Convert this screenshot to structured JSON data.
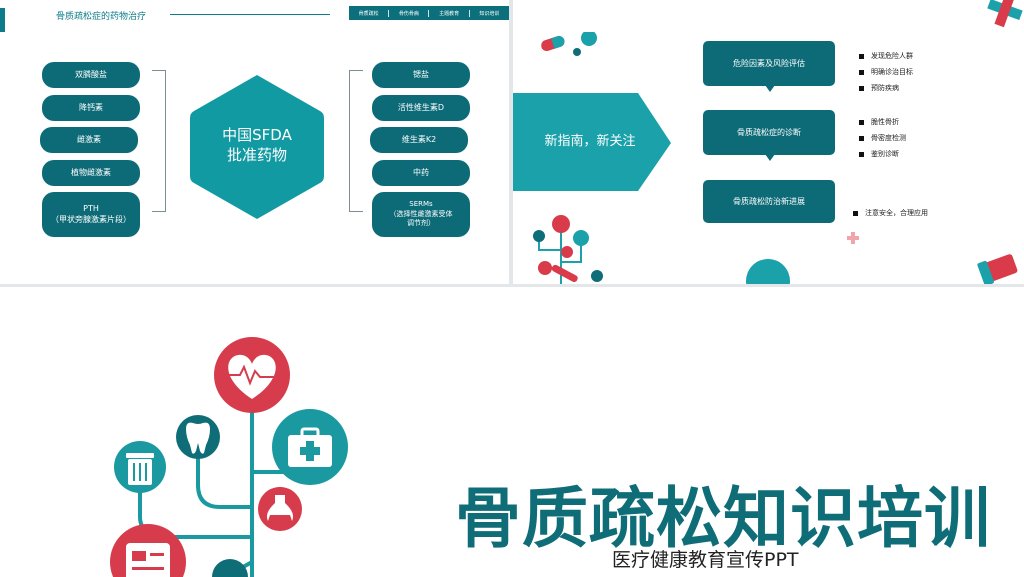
{
  "slide_a": {
    "title": "骨质疏松症的药物治疗",
    "nav": [
      "骨质疏松",
      "骨伤骨病",
      "主题教育",
      "知识培训"
    ],
    "left_items": [
      "双膦酸盐",
      "降钙素",
      "雌激素",
      "植物雌激素",
      "PTH\n（甲状旁腺激素片段）"
    ],
    "center": "中国SFDA\n批准药物",
    "right_items": [
      "锶盐",
      "活性维生素D",
      "维生素K2",
      "中药",
      "SERMs\n（选择性雌激素受体\n调节剂）"
    ],
    "colors": {
      "teal": "#0d6b78",
      "hex": "#129aa3"
    }
  },
  "slide_b": {
    "arrow_label": "新指南，新关注",
    "sections": [
      {
        "label": "危险因素及风险评估",
        "bullets": [
          "发现危险人群",
          "明确诊治目标",
          "预防疾病"
        ]
      },
      {
        "label": "骨质疏松症的诊断",
        "bullets": [
          "脆性骨折",
          "骨密度检测",
          "鉴别诊断"
        ]
      },
      {
        "label": "骨质疏松防治新进展",
        "bullets": [
          "注意安全，合理应用"
        ]
      }
    ],
    "colors": {
      "arrow": "#1aa1aa",
      "accent_red": "#d93b4a"
    }
  },
  "slide_c": {
    "title": "骨质疏松知识培训",
    "subtitle": "医疗健康教育宣传PPT",
    "icons": [
      "heart-monitor-icon",
      "tooth-icon",
      "first-aid-kit-icon",
      "trash-bin-icon",
      "flask-icon",
      "medical-card-icon"
    ],
    "colors": {
      "title": "#0f6d78",
      "red": "#d63c4b",
      "teal": "#1a9aa0"
    }
  }
}
